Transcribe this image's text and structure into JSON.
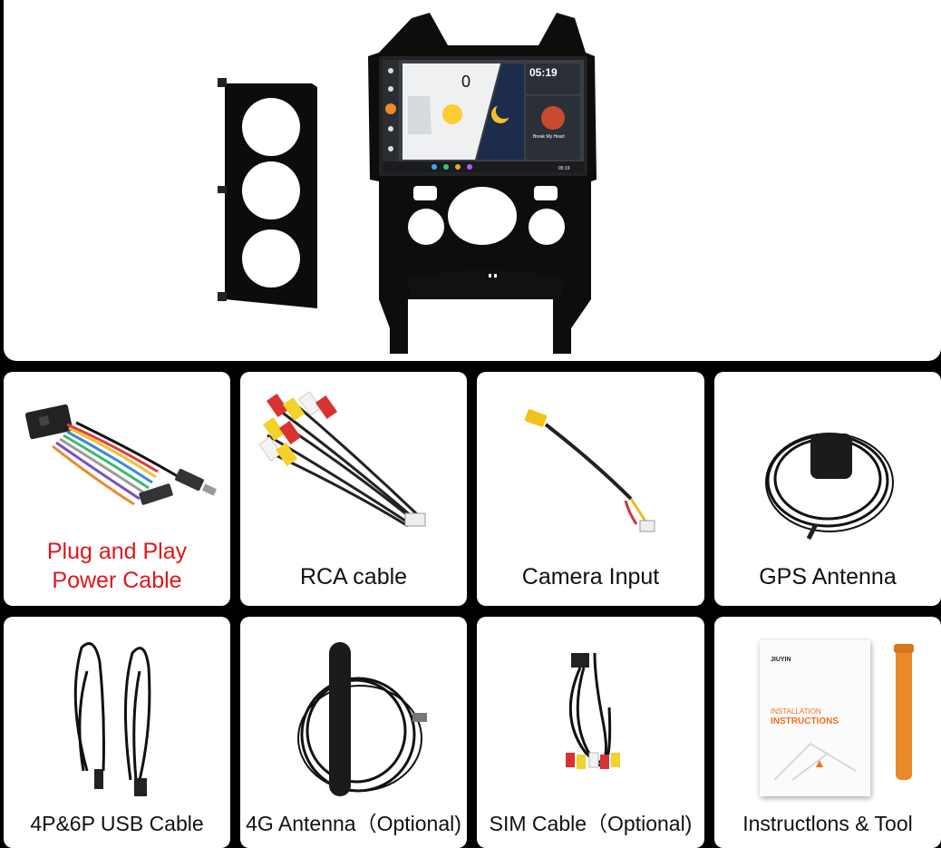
{
  "hero": {
    "screen": {
      "clock": "05:19",
      "speed": "0",
      "music_title": "Break My Heart",
      "status_clock": "05:19"
    }
  },
  "items": [
    {
      "label_line1": "Plug and Play",
      "label_line2": "Power Cable"
    },
    {
      "label": "RCA cable"
    },
    {
      "label": "Camera Input"
    },
    {
      "label": "GPS Antenna"
    },
    {
      "label": "4P&6P USB Cable"
    },
    {
      "label": "4G Antenna（Optional)"
    },
    {
      "label": "SIM Cable（Optional)"
    },
    {
      "label": "Instructlons & Tool"
    }
  ],
  "manual": {
    "brand": "JIUYIN",
    "heading_line1": "INSTALLATION",
    "heading_line2": "INSTRUCTIONS"
  },
  "colors": {
    "accent_red": "#e0161c",
    "tool_orange": "#e8892a"
  }
}
